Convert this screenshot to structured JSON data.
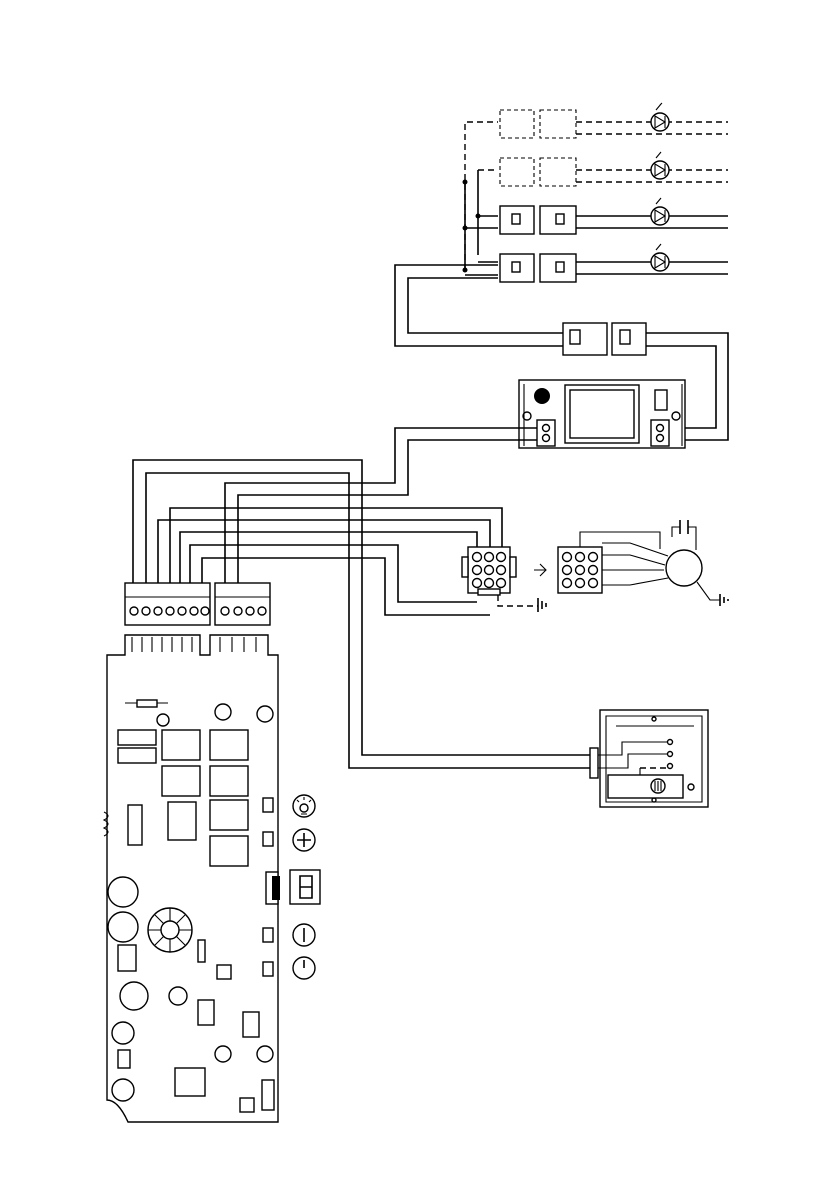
{
  "diagram": {
    "type": "wiring-diagram",
    "background": "#ffffff",
    "line_color": "#000000",
    "text_labels": [],
    "components": [
      "led-lamp-1",
      "led-lamp-2",
      "led-lamp-3",
      "led-lamp-4",
      "lamp-connectors",
      "inline-connector",
      "led-driver-module",
      "terminal-block-left",
      "terminal-block-right",
      "control-pcb",
      "motor-connector-female",
      "motor-connector-male",
      "motor",
      "capacitor",
      "ground-symbol",
      "remote-sensor-box",
      "light-button-icon",
      "plus-button-icon",
      "seven-segment-display",
      "minus-button-icon",
      "power-button-icon"
    ]
  }
}
